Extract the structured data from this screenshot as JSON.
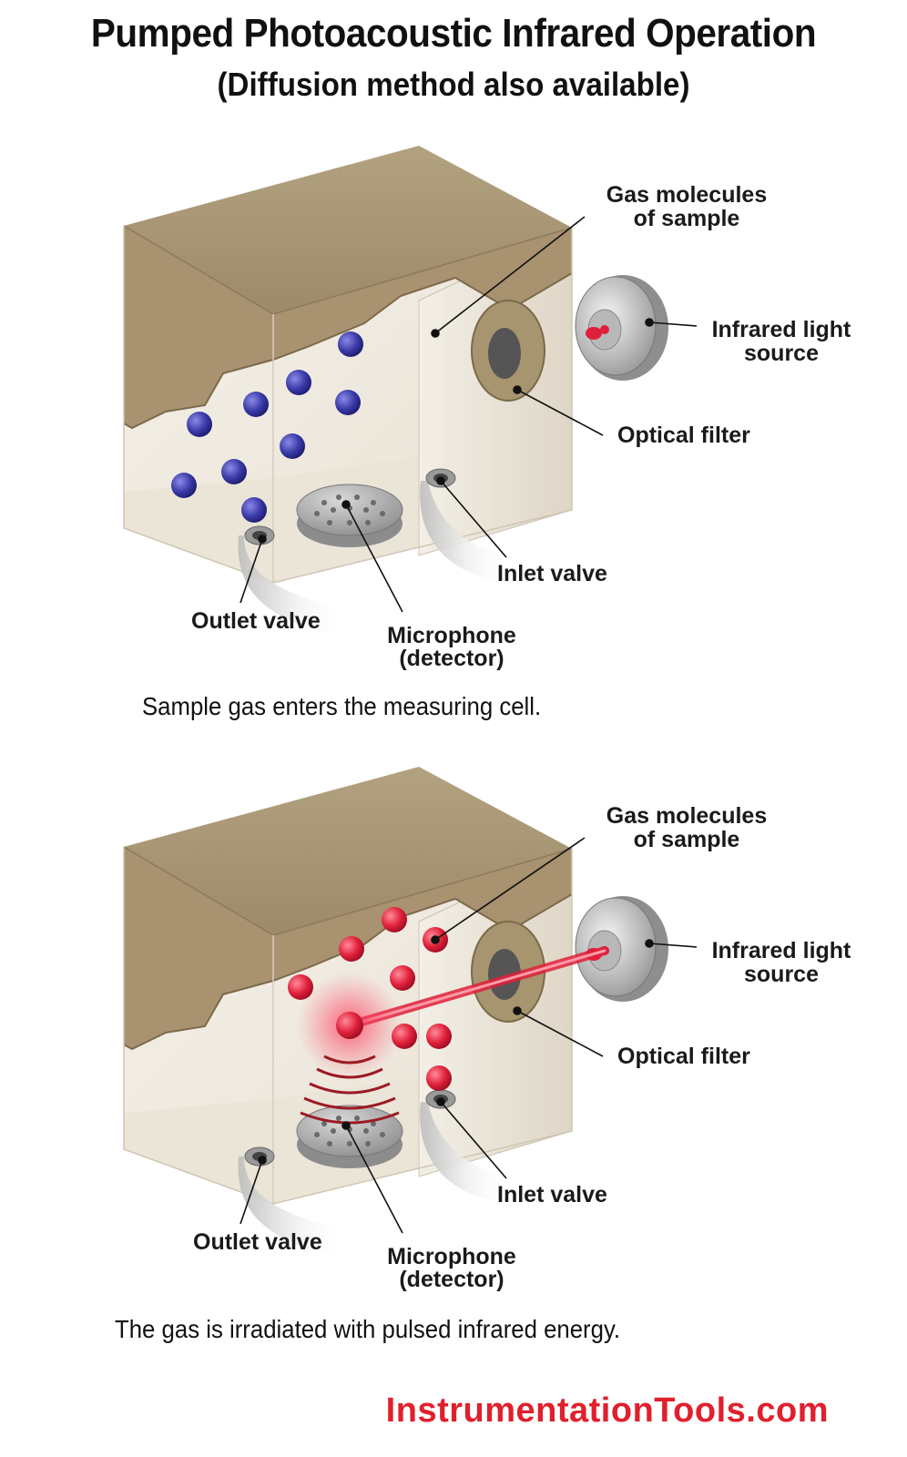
{
  "header": {
    "title": "Pumped Photoacoustic Infrared Operation",
    "subtitle": "(Diffusion method also available)"
  },
  "panels": [
    {
      "labels": {
        "gas_molecules_1": "Gas molecules",
        "gas_molecules_2": "of sample",
        "ir_source_1": "Infrared light",
        "ir_source_2": "source",
        "optical_filter": "Optical filter",
        "inlet_valve": "Inlet valve",
        "outlet_valve": "Outlet valve",
        "microphone_1": "Microphone",
        "microphone_2": "(detector)"
      },
      "caption": "Sample gas enters the measuring cell.",
      "molecule_color": "#3a3aa8"
    },
    {
      "labels": {
        "gas_molecules_1": "Gas molecules",
        "gas_molecules_2": "of sample",
        "ir_source_1": "Infrared light",
        "ir_source_2": "source",
        "optical_filter": "Optical filter",
        "inlet_valve": "Inlet valve",
        "outlet_valve": "Outlet valve",
        "microphone_1": "Microphone",
        "microphone_2": "(detector)"
      },
      "caption": "The gas is irradiated with pulsed infrared energy.",
      "molecule_color": "#e0203a"
    }
  ],
  "footer": {
    "brand": "InstrumentationTools.com"
  },
  "colors": {
    "brand": "#e0202c",
    "cell_wall": "#a89878",
    "cell_inner": "#f2ede4",
    "beam": "#e0203a"
  }
}
